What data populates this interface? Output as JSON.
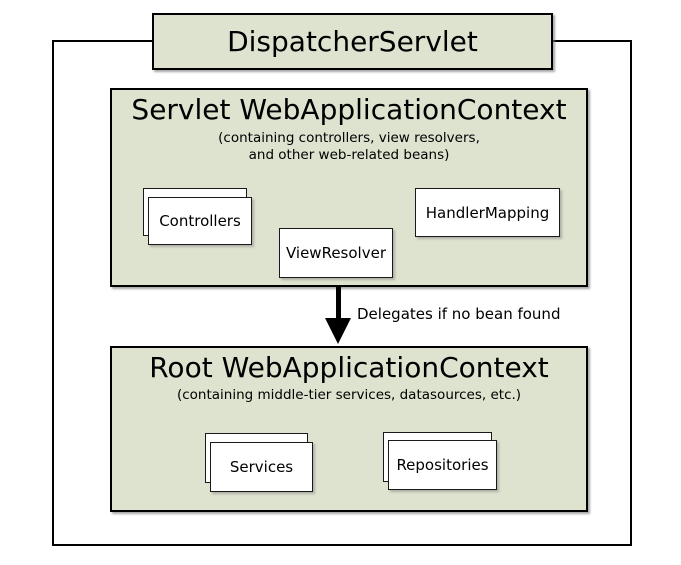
{
  "colors": {
    "context_fill": "#dde3cf",
    "border": "#000000",
    "bean_fill": "#ffffff",
    "shadow": "#787878"
  },
  "dispatcher": {
    "label": "DispatcherServlet"
  },
  "servlet_context": {
    "title": "Servlet WebApplicationContext",
    "subtitle_line1": "(containing controllers, view resolvers,",
    "subtitle_line2": "and other web-related beans)",
    "beans": {
      "controllers": "Controllers",
      "view_resolver": "ViewResolver",
      "handler_mapping": "HandlerMapping"
    }
  },
  "arrow": {
    "label": "Delegates if no bean found"
  },
  "root_context": {
    "title": "Root WebApplicationContext",
    "subtitle": "(containing middle-tier services, datasources, etc.)",
    "beans": {
      "services": "Services",
      "repositories": "Repositories"
    }
  }
}
